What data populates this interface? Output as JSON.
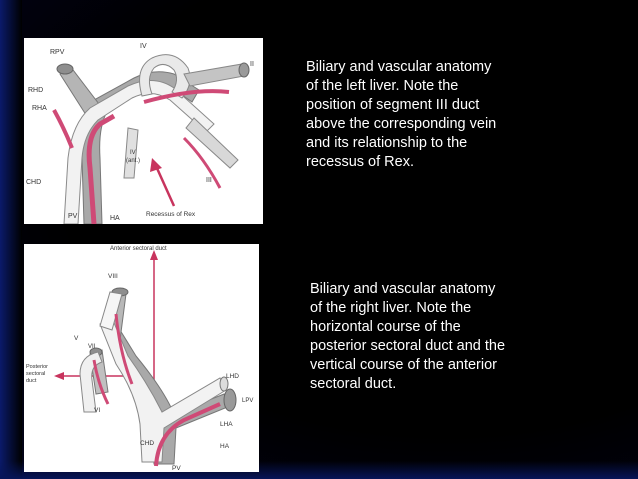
{
  "slide": {
    "caption_left_liver": "Biliary and vascular anatomy of the left liver. Note the position of segment III duct above the corresponding vein and its relationship to the recessus of Rex.",
    "caption_right_liver": "Biliary and vascular anatomy of the right liver. Note the horizontal course of the posterior sectoral duct and the vertical course of the anterior sectoral duct."
  },
  "figure_left_liver": {
    "labels": {
      "rpv": "RPV",
      "rhd": "RHD",
      "rha": "RHA",
      "chd": "CHD",
      "pv": "PV",
      "ha": "HA",
      "iv_top": "IV",
      "ii": "II",
      "iv_ant_1": "IV",
      "iv_ant_2": "(ant.)",
      "iii": "III",
      "recessus": "Recessus of Rex"
    }
  },
  "figure_right_liver": {
    "labels": {
      "anterior_sectoral_duct": "Anterior sectoral duct",
      "viii": "VIII",
      "v": "V",
      "vii": "VII",
      "vi": "VI",
      "posterior_1": "Posterior",
      "posterior_2": "sectoral",
      "posterior_3": "duct",
      "lhd": "LHD",
      "lpv": "LPV",
      "lha": "LHA",
      "chd": "CHD",
      "ha": "HA",
      "pv": "PV"
    }
  },
  "colors": {
    "vessel_gray": "#a9a9a9",
    "duct_white": "#f2f2f2",
    "artery_pink": "#cf4a76",
    "arrow_red": "#c8345e",
    "text": "#ffffff"
  }
}
